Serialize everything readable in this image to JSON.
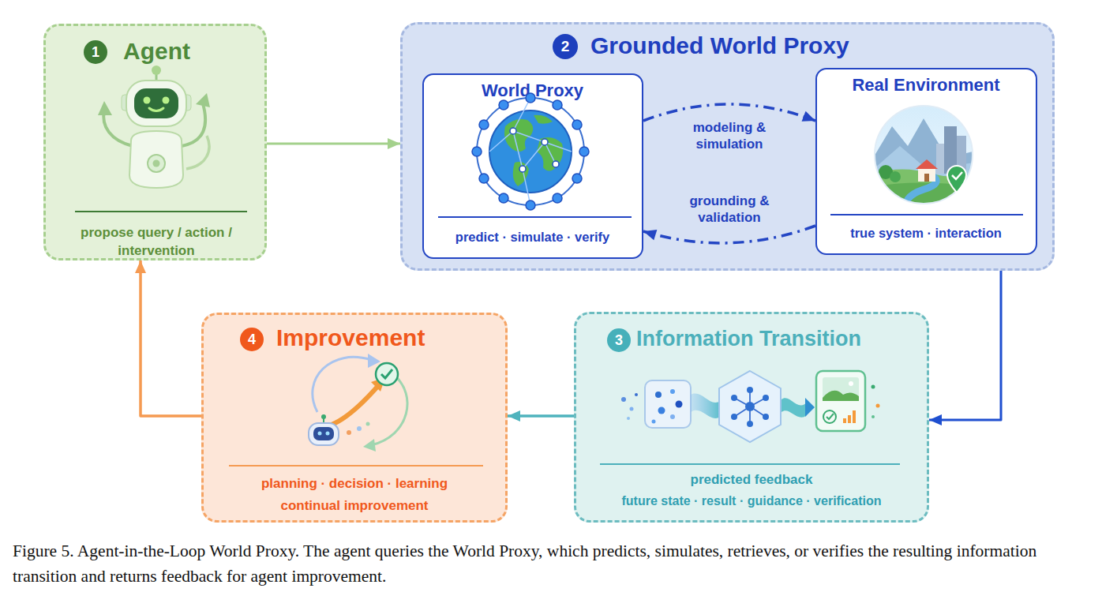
{
  "diagram": {
    "caption": "Figure 5. Agent-in-the-Loop World Proxy. The agent queries the World Proxy, which predicts, simulates, retrieves, or verifies the resulting information transition and returns feedback for agent improvement.",
    "nodes": [
      {
        "text": [
          "Agent",
          "propose query / action / intervention"
        ]
      },
      {
        "text": [
          "1"
        ],
        "in": 0
      },
      {
        "text": [
          "Grounded World Proxy"
        ]
      },
      {
        "text": [
          "2"
        ],
        "in": 2
      },
      {
        "text": [
          "World Proxy",
          "predict · simulate · verify"
        ],
        "in": 2
      },
      {
        "text": [
          "Real Environment",
          "true system · interaction"
        ],
        "in": 2
      },
      {
        "text": [
          "Improvement",
          "planning · decision · learning continual improvement"
        ]
      },
      {
        "text": [
          "4"
        ],
        "in": 6
      },
      {
        "text": [
          "Information Transition",
          "predicted feedback",
          "future state · result · guidance · verification"
        ]
      },
      {
        "text": [
          "3"
        ],
        "in": 8
      }
    ],
    "edges": [
      {
        "from": 0,
        "to": 2,
        "arrow": "to"
      },
      {
        "from": 4,
        "to": 5,
        "label": "modeling & simulation",
        "arrow": "to"
      },
      {
        "from": 5,
        "to": 4,
        "label": "grounding & validation",
        "arrow": "to"
      },
      {
        "from": 2,
        "to": 8,
        "arrow": "to"
      },
      {
        "from": 8,
        "to": 6,
        "arrow": "to"
      },
      {
        "from": 6,
        "to": 0,
        "arrow": "to"
      }
    ]
  }
}
